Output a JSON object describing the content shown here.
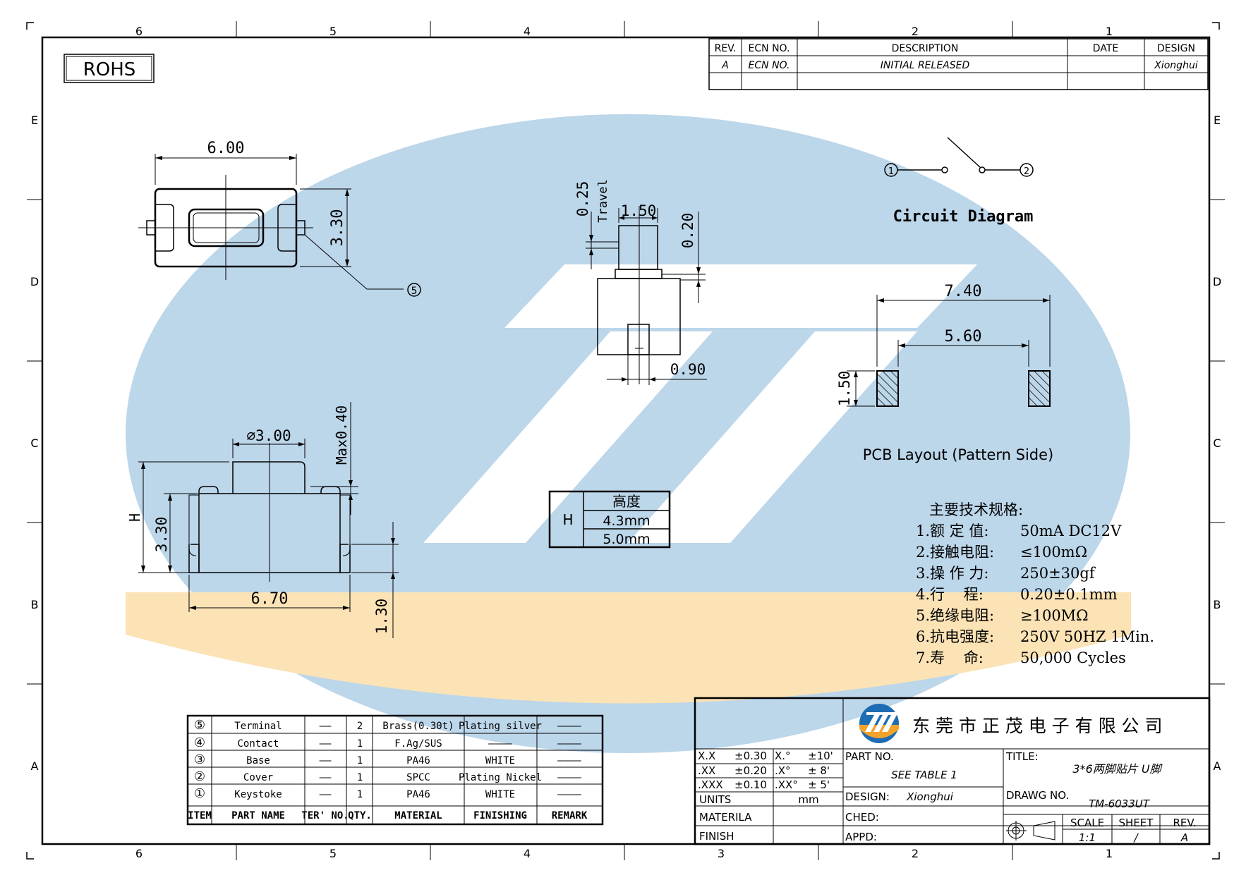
{
  "frame": {
    "col_labels": [
      "6",
      "5",
      "4",
      "3",
      "2",
      "1"
    ],
    "row_labels": [
      "E",
      "D",
      "C",
      "B",
      "A"
    ]
  },
  "rohs": "ROHS",
  "revision_table": {
    "headers": {
      "rev": "REV.",
      "ecn": "ECN NO.",
      "description": "DESCRIPTION",
      "date": "DATE",
      "design": "DESIGN"
    },
    "row": {
      "rev": "A",
      "ecn": "ECN NO.",
      "description": "INITIAL RELEASED",
      "date": "",
      "design": "Xionghui"
    }
  },
  "watermark_colors": {
    "blue": "#bcd6ea",
    "yellow": "#fbe3b6"
  },
  "top_view": {
    "width": "6.00",
    "height": "3.30",
    "callout": "⑤"
  },
  "side_view": {
    "travel_value": "0.25",
    "travel_label": "Travel",
    "stem_width": "1.50",
    "stem_height": "0.20",
    "foot": "0.90"
  },
  "circuit": {
    "terminal1": "①",
    "terminal2": "②",
    "title": "Circuit Diagram"
  },
  "pcb": {
    "outer": "7.40",
    "inner": "5.60",
    "pad": "1.50",
    "title": "PCB Layout (Pattern Side)"
  },
  "front_view": {
    "diameter": "⌀3.00",
    "max": "Max0.40",
    "h": "H",
    "body_height": "3.30",
    "width": "6.70",
    "terminal": "1.30"
  },
  "height_table": {
    "h": "H",
    "header": "高度",
    "values": [
      "4.3mm",
      "5.0mm"
    ]
  },
  "specs": {
    "title": "主要技术规格:",
    "items": [
      {
        "label": "1.额 定 值:",
        "value": "50mA DC12V"
      },
      {
        "label": "2.接触电阻:",
        "value": "≤100mΩ"
      },
      {
        "label": "3.操 作 力:",
        "value": "250±30gf"
      },
      {
        "label": "4.行    程:",
        "value": "0.20±0.1mm"
      },
      {
        "label": "5.绝缘电阻:",
        "value": "≥100MΩ"
      },
      {
        "label": "6.抗电强度:",
        "value": "250V 50HZ 1Min."
      },
      {
        "label": "7.寿    命:",
        "value": "50,000 Cycles"
      }
    ]
  },
  "bom": {
    "headers": [
      "ITEM",
      "PART NAME",
      "TER' NO.",
      "QTY.",
      "MATERIAL",
      "FINISHING",
      "REMARK"
    ],
    "rows": [
      {
        "item": "⑤",
        "name": "Terminal",
        "ter": "——",
        "qty": "2",
        "material": "Brass(0.30t)",
        "finishing": "Plating silver",
        "remark": "————"
      },
      {
        "item": "④",
        "name": "Contact",
        "ter": "——",
        "qty": "1",
        "material": "F.Ag/SUS",
        "finishing": "————",
        "remark": "————"
      },
      {
        "item": "③",
        "name": "Base",
        "ter": "——",
        "qty": "1",
        "material": "PA46",
        "finishing": "WHITE",
        "remark": "————"
      },
      {
        "item": "②",
        "name": "Cover",
        "ter": "——",
        "qty": "1",
        "material": "SPCC",
        "finishing": "Plating Nickel",
        "remark": "————"
      },
      {
        "item": "①",
        "name": "Keystoke",
        "ter": "——",
        "qty": "1",
        "material": "PA46",
        "finishing": "WHITE",
        "remark": "————"
      }
    ]
  },
  "title_block": {
    "company": "东 莞 市 正 茂 电 子 有 限 公 司",
    "tol": [
      [
        "X.X",
        "±0.30",
        "X.°",
        "±10'"
      ],
      [
        ".XX",
        "±0.20",
        ".X°",
        "± 8'"
      ],
      [
        ".XXX",
        "±0.10",
        ".XX°",
        "± 5'"
      ]
    ],
    "units_label": "UNITS",
    "units_value": "mm",
    "materila_label": "MATERILA",
    "finish_label": "FINISH",
    "part_no_label": "PART NO.",
    "part_no_value": "SEE TABLE 1",
    "design_label": "DESIGN:",
    "design_value": "Xionghui",
    "ched_label": "CHED:",
    "appd_label": "APPD:",
    "title_label": "TITLE:",
    "title_value": "3*6两脚贴片 U脚",
    "drawg_label": "DRAWG NO.",
    "drawg_value": "TM-6033UT",
    "scale_label": "SCALE",
    "scale_value": "1:1",
    "sheet_label": "SHEET",
    "sheet_value": "/",
    "rev_label": "REV.",
    "rev_value": "A"
  }
}
